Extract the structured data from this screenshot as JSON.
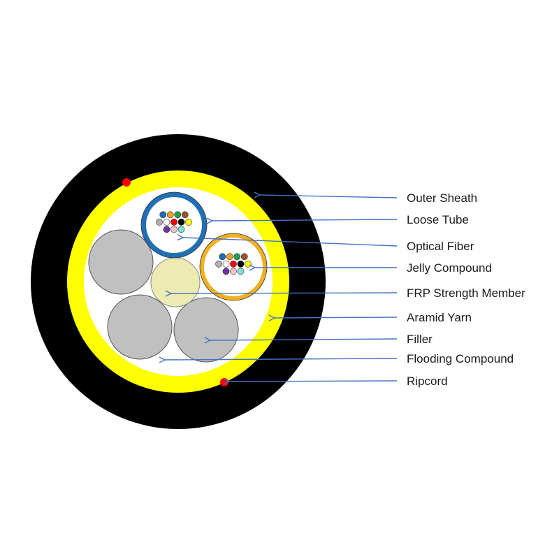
{
  "labels": [
    "Outer Sheath",
    "Loose Tube",
    "Optical Fiber",
    "Jelly Compound",
    "FRP Strength Member",
    "Aramid Yarn",
    "Filler",
    "Flooding Compound",
    "Ripcord"
  ],
  "colors": {
    "sheath": "#000000",
    "aramid": "#ffff00",
    "core": "#ffffff",
    "filler": "#c0c0c0",
    "frp": "#ecebb2",
    "tube_1": "#1f6fb4",
    "tube_2": "#f0b020",
    "ripcord": "#ff0000",
    "leader": "#4472c4"
  },
  "fiber_colors": [
    "#1f6fb4",
    "#f0a020",
    "#20a050",
    "#a0522d",
    "#b0b0b0",
    "#ffffff",
    "#ff0000",
    "#000000",
    "#ffff00",
    "#7030a0",
    "#ffc0cb",
    "#80e0d0"
  ]
}
